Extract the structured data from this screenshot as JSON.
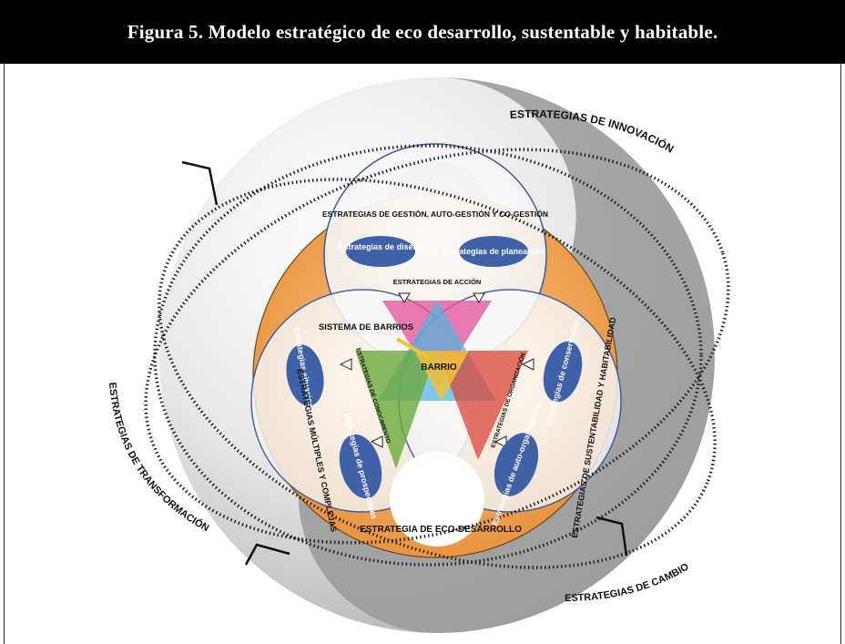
{
  "figure": {
    "title": "Figura 5. Modelo estratégico de eco desarrollo, sustentable y habitable."
  },
  "outer_labels": {
    "innovacion": "ESTRATEGIAS DE INNOVACIÓN",
    "transformacion": "ESTRATEGIAS DE TRANSFORMACIÓN",
    "cambio": "ESTRATEGIAS DE CAMBIO"
  },
  "circles": {
    "top": "ESTRATEGIAS DE GESTIÓN, AUTO-GESTIÓN Y CO-GESTIÓN",
    "left": "ESTRATEGIAS MÚLTIPLES Y COMPLEJAS",
    "right": "ESTRATEGIAS DE SUSTENTABILIDAD Y HABITABILIDAD"
  },
  "inner_labels": {
    "accion": "ESTRATEGIAS DE ACCIÓN",
    "conocimiento": "ESTRATEGIAS DE CONOCIMIENTO",
    "organizacion": "ESTRATEGIAS DE ORGANIZACIÓN",
    "sistema": "SISTEMA DE BARRIOS",
    "barrio": "BARRIO",
    "eco": "ESTRATEGIA DE ECO-DESARROLLO"
  },
  "pills": {
    "diseno": "Estrategias de diseño",
    "planeacion": "Estrategias de planeación",
    "situacionales": "Estrategias situacionales",
    "prospectivas": "Estrategias de prospectivas",
    "conservacion": "Estrategias de conservación",
    "autoorganizacion": "Estrategias de auto-organización"
  },
  "colors": {
    "orange": "#F0A050",
    "pill": "#3E61A8",
    "gray": "#9A9A9A"
  }
}
